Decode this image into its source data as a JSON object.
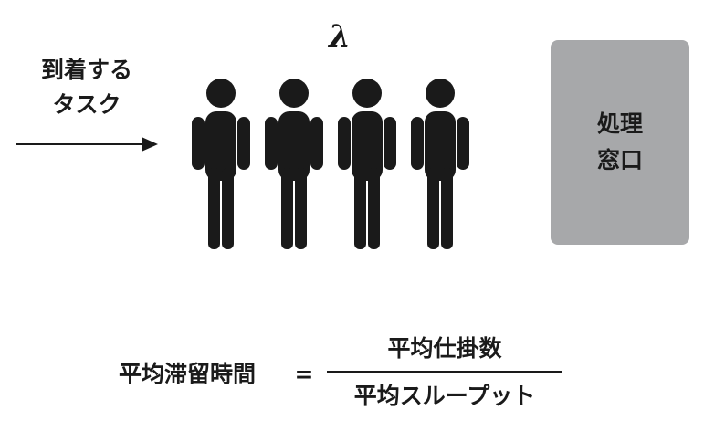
{
  "arrival_rate_symbol": "λ",
  "arriving_tasks_label": [
    "到着する",
    "タスク"
  ],
  "queue_people_count": 4,
  "processing_window": {
    "label": [
      "処理",
      "窓口"
    ],
    "color": "#a7a8aa"
  },
  "formula": {
    "lhs": "平均滞留時間",
    "equals": "=",
    "numerator": "平均仕掛数",
    "denominator": "平均スループット"
  }
}
